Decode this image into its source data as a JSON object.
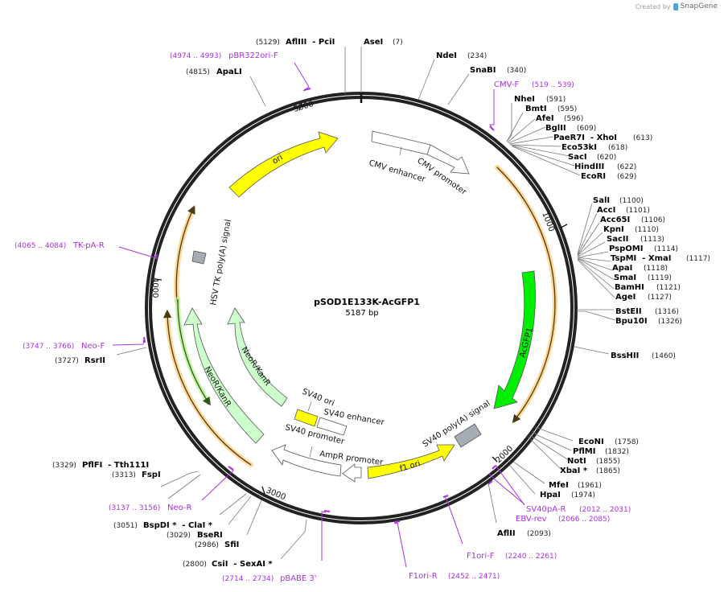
{
  "credit": {
    "prefix": "Created by",
    "brand": "SnapGene"
  },
  "plasmid": {
    "name": "pSOD1E133K-AcGFP1",
    "length_label": "5187 bp",
    "length": 5187
  },
  "ticks": [
    {
      "label": "1000",
      "pos": 1000
    },
    {
      "label": "2000",
      "pos": 2000
    },
    {
      "label": "3000",
      "pos": 3000
    },
    {
      "label": "4000",
      "pos": 4000
    },
    {
      "label": "5000",
      "pos": 5000
    }
  ],
  "enzymes": [
    {
      "name": "AseI",
      "pos": "(7)"
    },
    {
      "name": "NdeI",
      "pos": "(234)"
    },
    {
      "name": "SnaBI",
      "pos": "(340)"
    },
    {
      "name": "NheI",
      "pos": "(591)"
    },
    {
      "name": "BmtI",
      "pos": "(595)"
    },
    {
      "name": "AfeI",
      "pos": "(596)"
    },
    {
      "name": "BglII",
      "pos": "(609)"
    },
    {
      "name": "PaeR7I  - XhoI",
      "pos": "(613)"
    },
    {
      "name": "Eco53kI",
      "pos": "(618)"
    },
    {
      "name": "SacI",
      "pos": "(620)"
    },
    {
      "name": "HindIII",
      "pos": "(622)"
    },
    {
      "name": "EcoRI",
      "pos": "(629)"
    },
    {
      "name": "SalI",
      "pos": "(1100)"
    },
    {
      "name": "AccI",
      "pos": "(1101)"
    },
    {
      "name": "Acc65I",
      "pos": "(1106)"
    },
    {
      "name": "KpnI",
      "pos": "(1110)"
    },
    {
      "name": "SacII",
      "pos": "(1113)"
    },
    {
      "name": "PspOMI",
      "pos": "(1114)"
    },
    {
      "name": "TspMI  - XmaI",
      "pos": "(1117)"
    },
    {
      "name": "ApaI",
      "pos": "(1118)"
    },
    {
      "name": "SmaI",
      "pos": "(1119)"
    },
    {
      "name": "BamHI",
      "pos": "(1121)"
    },
    {
      "name": "AgeI",
      "pos": "(1127)"
    },
    {
      "name": "BstEII",
      "pos": "(1316)"
    },
    {
      "name": "Bpu10I",
      "pos": "(1326)"
    },
    {
      "name": "BssHII",
      "pos": "(1460)"
    },
    {
      "name": "EcoNI",
      "pos": "(1758)"
    },
    {
      "name": "PflMI",
      "pos": "(1832)"
    },
    {
      "name": "NotI",
      "pos": "(1855)"
    },
    {
      "name": "XbaI *",
      "pos": "(1865)"
    },
    {
      "name": "MfeI",
      "pos": "(1961)"
    },
    {
      "name": "HpaI",
      "pos": "(1974)"
    },
    {
      "name": "AflII",
      "pos": "(2093)"
    },
    {
      "name": "CsiI  - SexAI *",
      "pos": "(2800)"
    },
    {
      "name": "SfiI",
      "pos": "(2986)"
    },
    {
      "name": "BseRI",
      "pos": "(3029)"
    },
    {
      "name": "BspDI *  - ClaI *",
      "pos": "(3051)"
    },
    {
      "name": "FspI",
      "pos": "(3313)"
    },
    {
      "name": "PflFI  - Tth111I",
      "pos": "(3329)"
    },
    {
      "name": "RsrII",
      "pos": "(3727)"
    },
    {
      "name": "ApaLI",
      "pos": "(4815)"
    },
    {
      "name": "AflIII  - PciI",
      "pos": "(5129)"
    }
  ],
  "primers": [
    {
      "name": "CMV-F",
      "range": "(519 .. 539)"
    },
    {
      "name": "SV40pA-R",
      "range": "(2012 .. 2031)"
    },
    {
      "name": "EBV-rev",
      "range": "(2066 .. 2085)"
    },
    {
      "name": "F1ori-F",
      "range": "(2240 .. 2261)"
    },
    {
      "name": "F1ori-R",
      "range": "(2452 .. 2471)"
    },
    {
      "name": "pBABE 3'",
      "range": "(2714 .. 2734)"
    },
    {
      "name": "Neo-R",
      "range": "(3137 .. 3156)"
    },
    {
      "name": "Neo-F",
      "range": "(3747 .. 3766)"
    },
    {
      "name": "TK-pA-R",
      "range": "(4065 .. 4084)"
    },
    {
      "name": "pBR322ori-F",
      "range": "(4974 .. 4993)"
    }
  ],
  "features": [
    {
      "name": "CMV enhancer",
      "color": "#ffffff"
    },
    {
      "name": "CMV promoter",
      "color": "#ffffff"
    },
    {
      "name": "AcGFP1",
      "color": "#00ee00"
    },
    {
      "name": "SV40 poly(A) signal",
      "color": "#a6acb3"
    },
    {
      "name": "f1 ori",
      "color": "#ffff00"
    },
    {
      "name": "AmpR promoter",
      "color": "#ffffff"
    },
    {
      "name": "SV40 promoter",
      "color": "#ffffff"
    },
    {
      "name": "SV40 enhancer",
      "color": "#ffffff"
    },
    {
      "name": "SV40 ori",
      "color": "#ffff00"
    },
    {
      "name": "NeoR/KanR",
      "color": "#ccffcc"
    },
    {
      "name": "NeoR/KanR",
      "color": "#ccffcc"
    },
    {
      "name": "HSV TK poly(A) signal",
      "color": "#a6acb3"
    },
    {
      "name": "ori",
      "color": "#ffff00"
    }
  ],
  "colors": {
    "backbone": "#222222",
    "primer": "#a832e0",
    "orf_glow": "#ffc870",
    "orf_line": "#4a3a1a",
    "neo_orf_glow": "#b8f090"
  }
}
